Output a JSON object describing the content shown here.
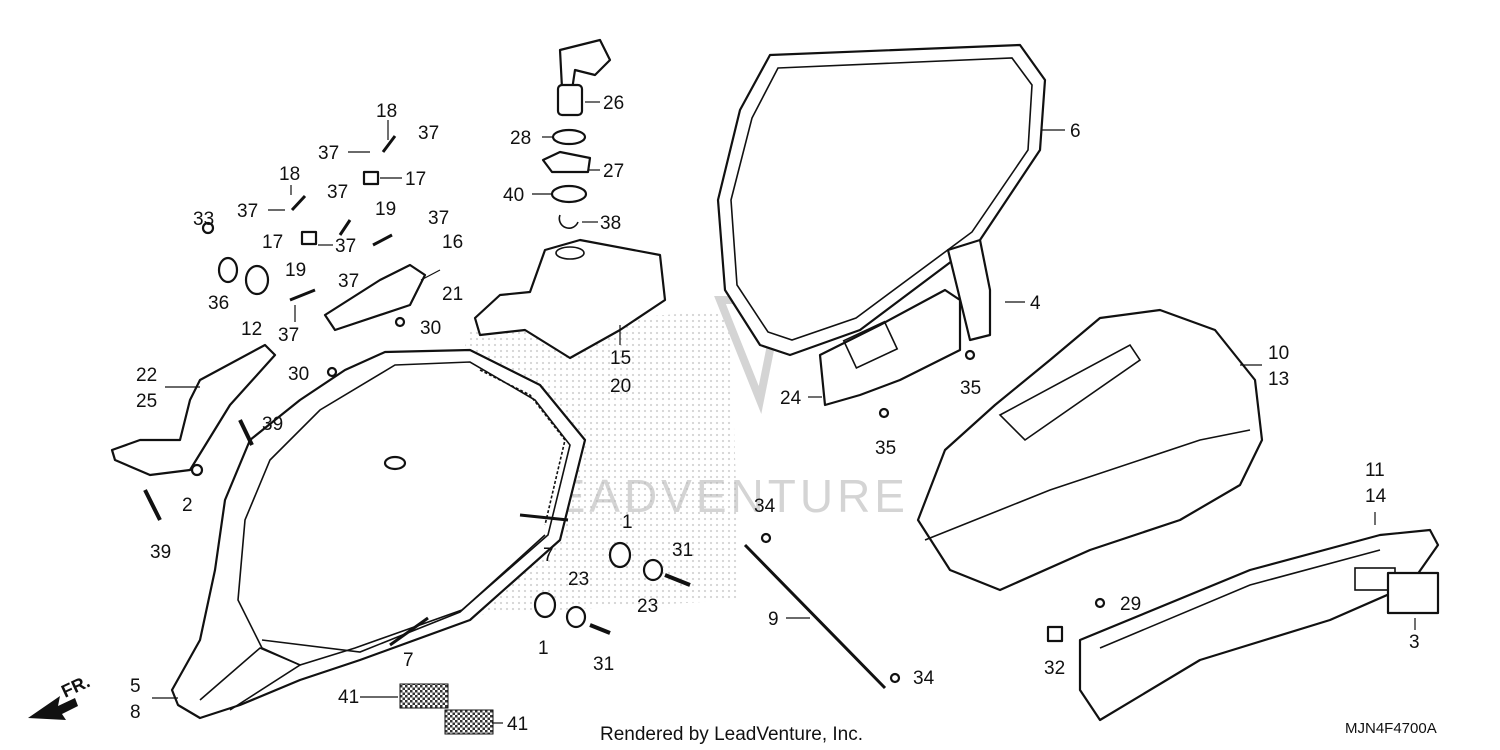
{
  "diagram": {
    "callouts": [
      {
        "id": "c-26",
        "text": "26"
      },
      {
        "id": "c-28",
        "text": "28"
      },
      {
        "id": "c-27",
        "text": "27"
      },
      {
        "id": "c-40",
        "text": "40"
      },
      {
        "id": "c-38",
        "text": "38"
      },
      {
        "id": "c-6",
        "text": "6"
      },
      {
        "id": "c-18a",
        "text": "18"
      },
      {
        "id": "c-37a",
        "text": "37"
      },
      {
        "id": "c-37b",
        "text": "37"
      },
      {
        "id": "c-18b",
        "text": "18"
      },
      {
        "id": "c-17a",
        "text": "17"
      },
      {
        "id": "c-37c",
        "text": "37"
      },
      {
        "id": "c-37d",
        "text": "37"
      },
      {
        "id": "c-19a",
        "text": "19"
      },
      {
        "id": "c-37e",
        "text": "37"
      },
      {
        "id": "c-33",
        "text": "33"
      },
      {
        "id": "c-17b",
        "text": "17"
      },
      {
        "id": "c-37f",
        "text": "37"
      },
      {
        "id": "c-16",
        "text": "16"
      },
      {
        "id": "c-21",
        "text": "21"
      },
      {
        "id": "c-19b",
        "text": "19"
      },
      {
        "id": "c-37g",
        "text": "37"
      },
      {
        "id": "c-36",
        "text": "36"
      },
      {
        "id": "c-12",
        "text": "12"
      },
      {
        "id": "c-37h",
        "text": "37"
      },
      {
        "id": "c-30a",
        "text": "30"
      },
      {
        "id": "c-30b",
        "text": "30"
      },
      {
        "id": "c-15",
        "text": "15"
      },
      {
        "id": "c-20",
        "text": "20"
      },
      {
        "id": "c-4",
        "text": "4"
      },
      {
        "id": "c-10",
        "text": "10"
      },
      {
        "id": "c-13",
        "text": "13"
      },
      {
        "id": "c-35a",
        "text": "35"
      },
      {
        "id": "c-24",
        "text": "24"
      },
      {
        "id": "c-35b",
        "text": "35"
      },
      {
        "id": "c-22",
        "text": "22"
      },
      {
        "id": "c-25",
        "text": "25"
      },
      {
        "id": "c-39a",
        "text": "39"
      },
      {
        "id": "c-2",
        "text": "2"
      },
      {
        "id": "c-39b",
        "text": "39"
      },
      {
        "id": "c-34a",
        "text": "34"
      },
      {
        "id": "c-11",
        "text": "11"
      },
      {
        "id": "c-14",
        "text": "14"
      },
      {
        "id": "c-1a",
        "text": "1"
      },
      {
        "id": "c-7a",
        "text": "7"
      },
      {
        "id": "c-31a",
        "text": "31"
      },
      {
        "id": "c-23a",
        "text": "23"
      },
      {
        "id": "c-23b",
        "text": "23"
      },
      {
        "id": "c-29",
        "text": "29"
      },
      {
        "id": "c-9",
        "text": "9"
      },
      {
        "id": "c-1b",
        "text": "1"
      },
      {
        "id": "c-31b",
        "text": "31"
      },
      {
        "id": "c-3",
        "text": "3"
      },
      {
        "id": "c-7b",
        "text": "7"
      },
      {
        "id": "c-32",
        "text": "32"
      },
      {
        "id": "c-5",
        "text": "5"
      },
      {
        "id": "c-8",
        "text": "8"
      },
      {
        "id": "c-34b",
        "text": "34"
      },
      {
        "id": "c-41a",
        "text": "41"
      },
      {
        "id": "c-41b",
        "text": "41"
      }
    ],
    "direction_label": "FR.",
    "watermark_text": "LEADVENTURE",
    "footer_text": "Rendered by LeadVenture, Inc.",
    "diagram_code": "MJN4F4700A"
  }
}
